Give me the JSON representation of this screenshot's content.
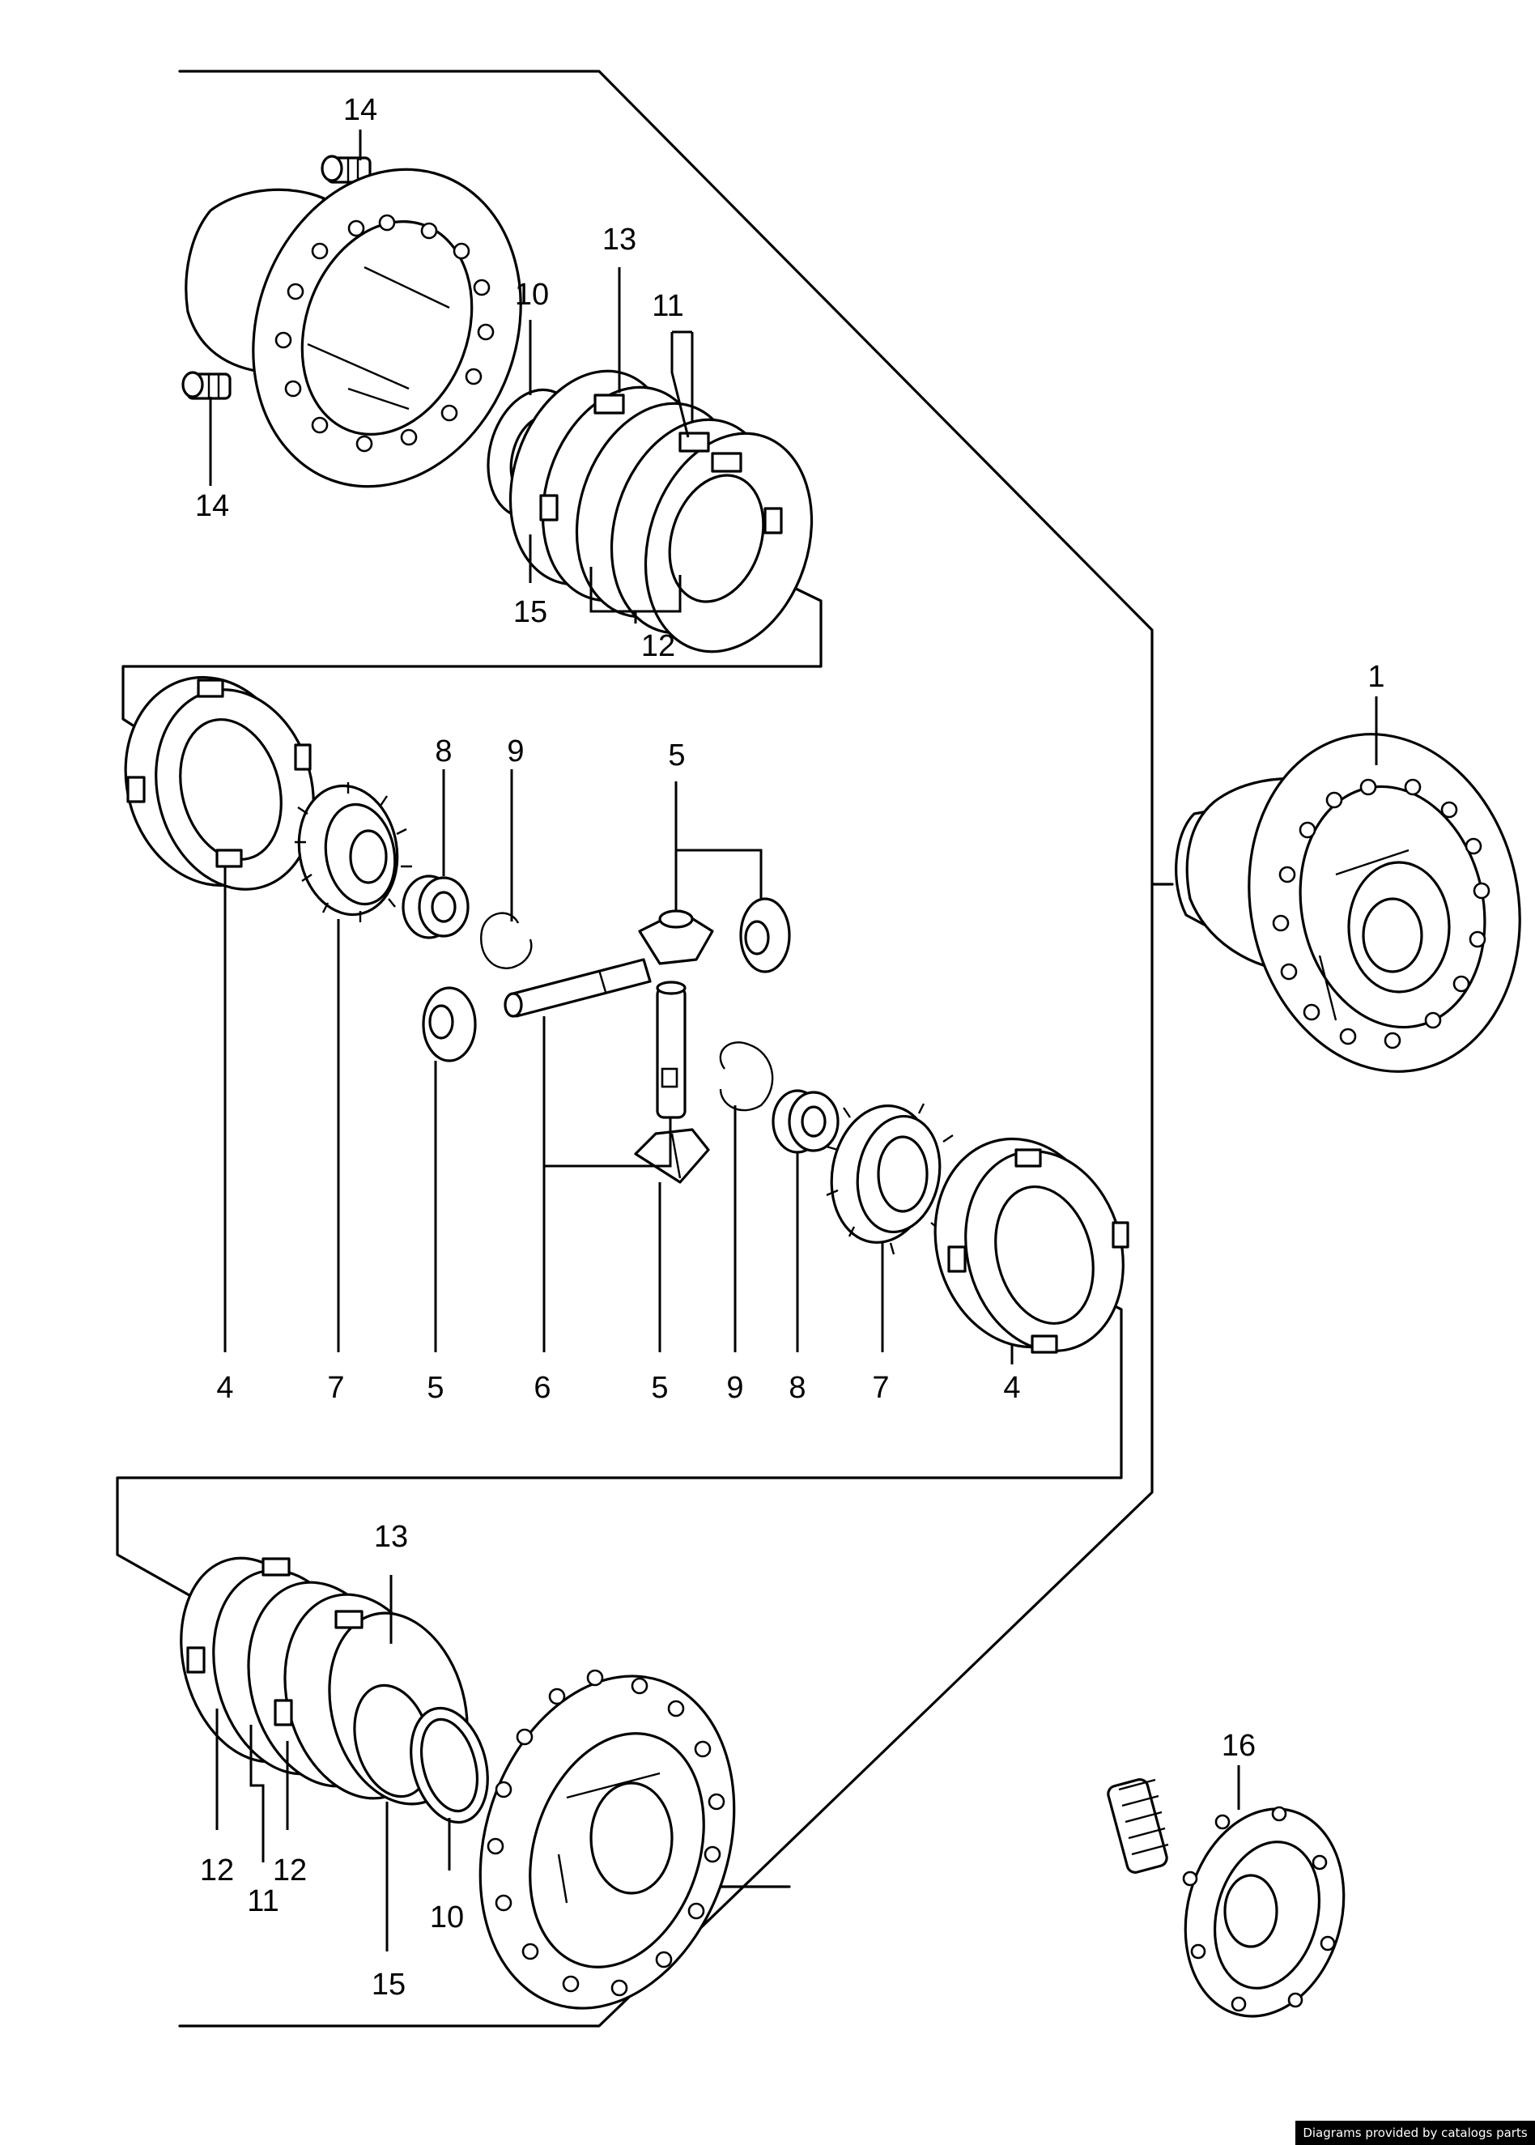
{
  "callouts": {
    "n1": "1",
    "n4": "4",
    "n5": "5",
    "n6": "6",
    "n7": "7",
    "n8": "8",
    "n9": "9",
    "n10": "10",
    "n11": "11",
    "n12": "12",
    "n13": "13",
    "n14": "14",
    "n15": "15",
    "n16": "16"
  },
  "footer": {
    "credit": "Diagrams provided by catalogs parts"
  }
}
